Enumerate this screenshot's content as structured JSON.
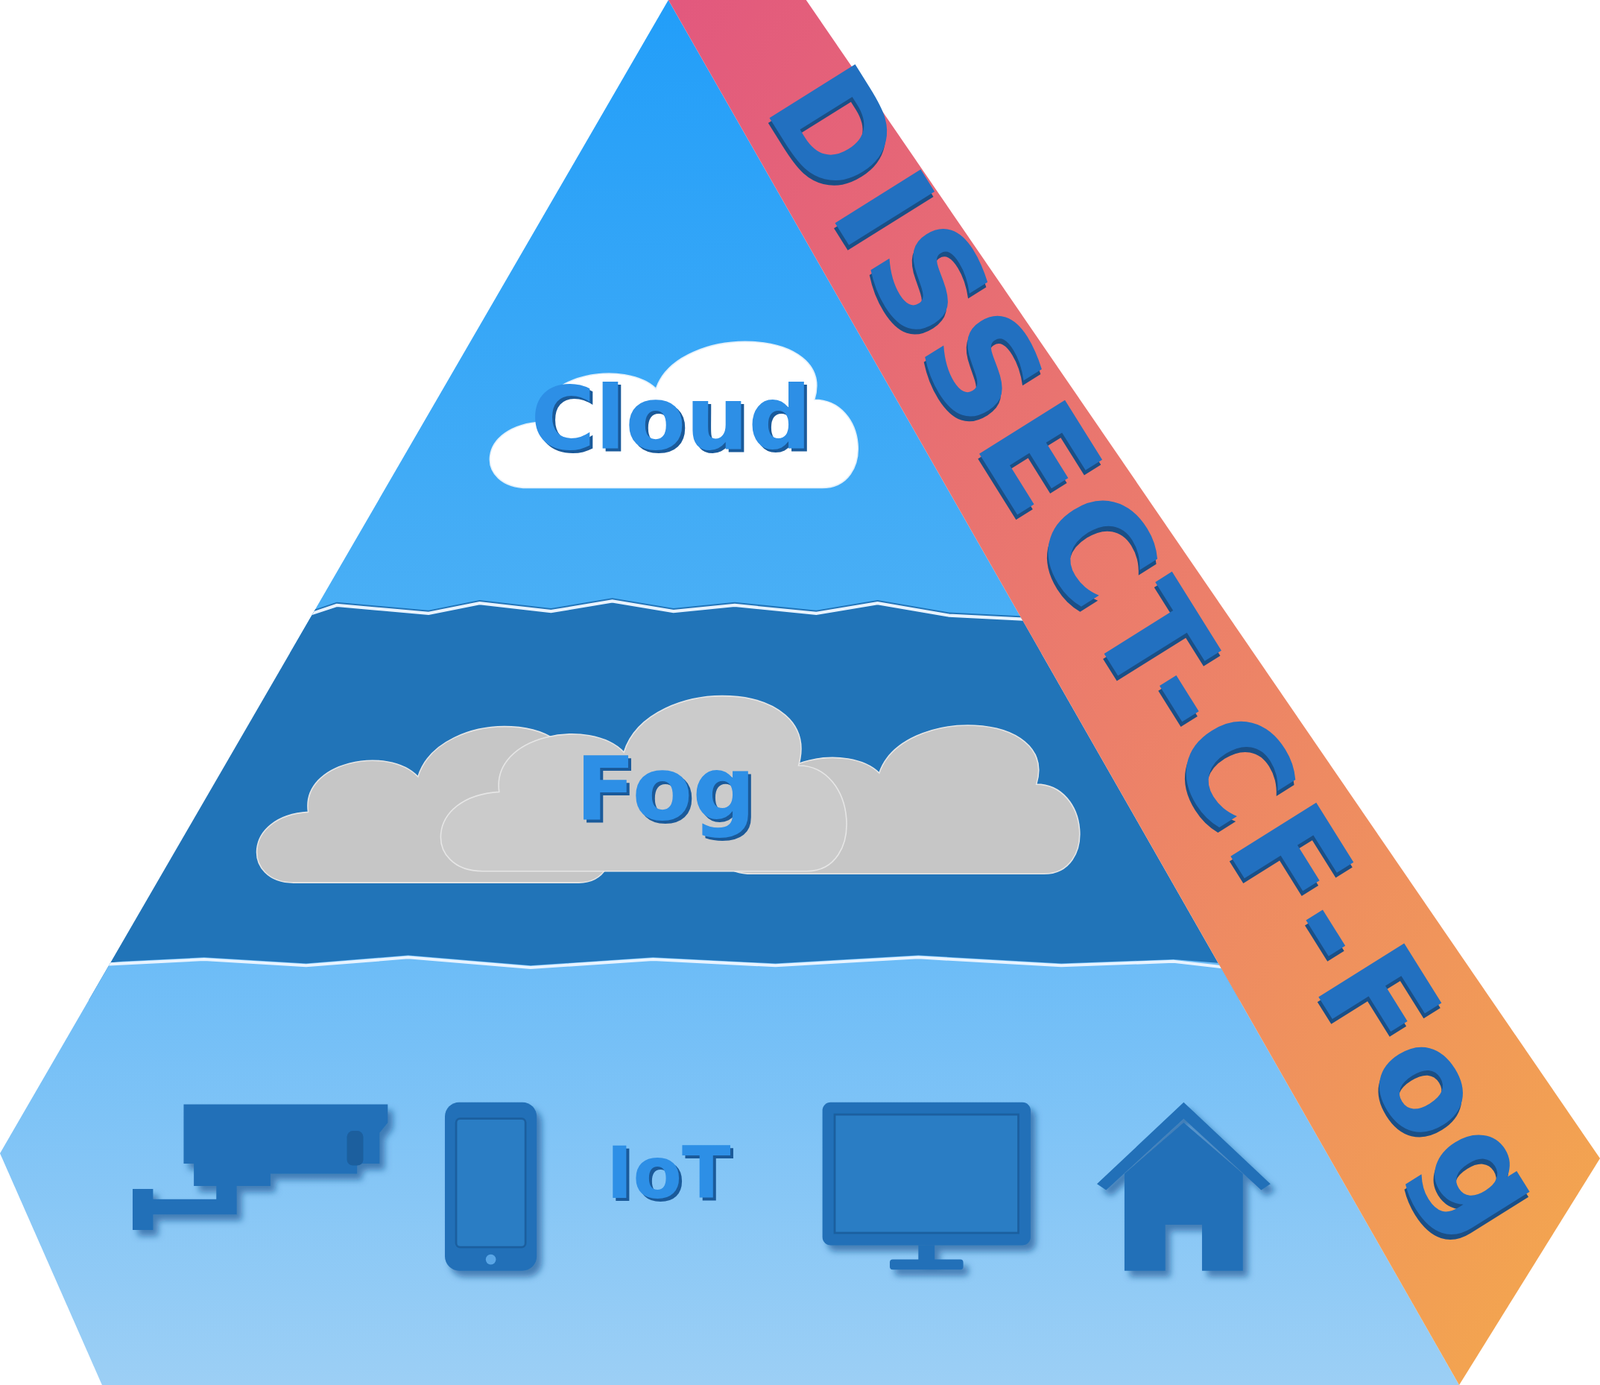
{
  "diagram": {
    "nodes": [
      {
        "text": [
          "DISSECT-CF-Fog"
        ]
      },
      {
        "text": [
          "Cloud"
        ]
      },
      {
        "text": [
          "Fog"
        ]
      },
      {
        "text": [
          "IoT"
        ]
      }
    ]
  }
}
